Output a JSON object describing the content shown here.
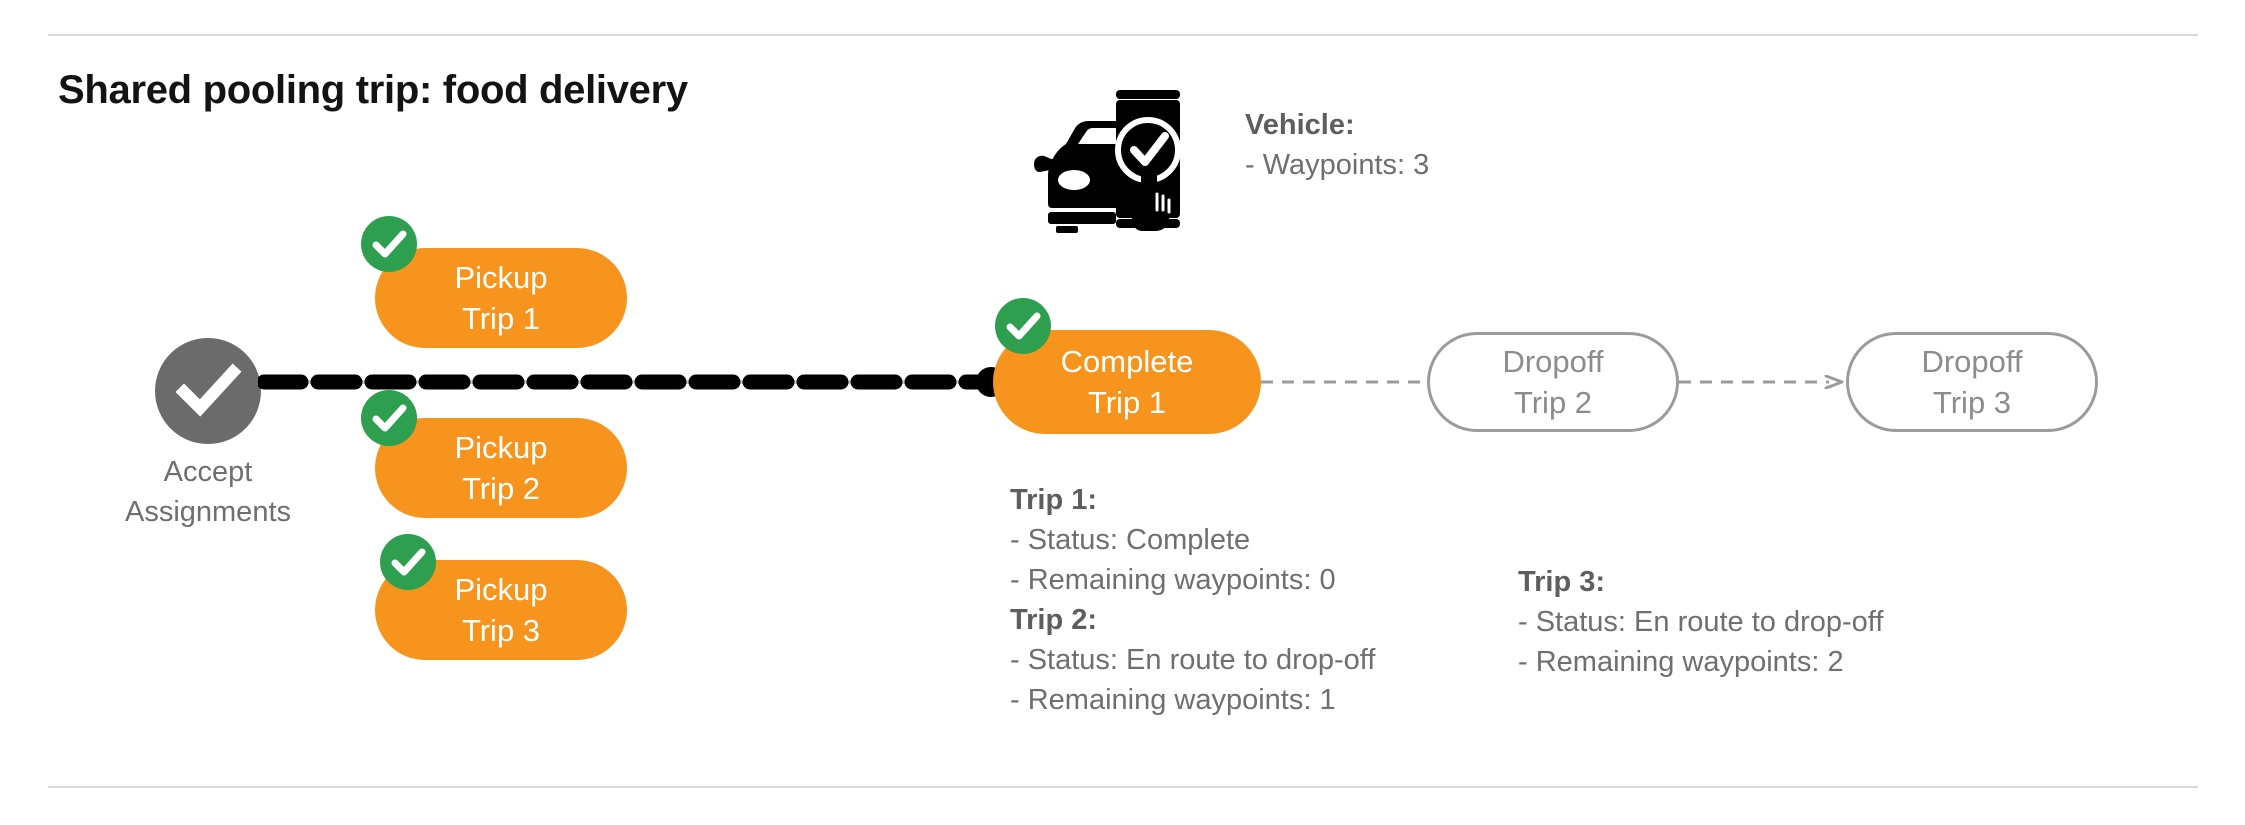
{
  "page": {
    "title": "Shared pooling trip: food delivery",
    "accent_orange": "#F7941E",
    "accent_green": "#2E9E4F",
    "neutral_gray": "#6F6F6F",
    "outline_gray": "#9B9B9B",
    "background": "#FFFFFF"
  },
  "flow": {
    "start": {
      "icon": "check-circle-icon",
      "label_line1": "Accept",
      "label_line2": "Assignments"
    },
    "pickups": [
      {
        "line1": "Pickup",
        "line2": "Trip 1",
        "badge": "check-badge-icon",
        "state": "complete"
      },
      {
        "line1": "Pickup",
        "line2": "Trip 2",
        "badge": "check-badge-icon",
        "state": "complete"
      },
      {
        "line1": "Pickup",
        "line2": "Trip 3",
        "badge": "check-badge-icon",
        "state": "complete"
      }
    ],
    "complete_node": {
      "line1": "Complete",
      "line2": "Trip 1",
      "badge": "check-badge-icon",
      "state": "complete"
    },
    "dropoffs": [
      {
        "line1": "Dropoff",
        "line2": "Trip 2",
        "state": "pending"
      },
      {
        "line1": "Dropoff",
        "line2": "Trip 3",
        "state": "pending"
      }
    ]
  },
  "vehicle": {
    "icon": "car-phone-check-icon",
    "heading": "Vehicle:",
    "waypoints_line": "- Waypoints: 3",
    "waypoints": 3
  },
  "trip_details": [
    {
      "heading": "Trip 1:",
      "status_line": "- Status:  Complete",
      "waypoints_line": "- Remaining waypoints: 0",
      "status": "Complete",
      "remaining_waypoints": 0
    },
    {
      "heading": "Trip 2:",
      "status_line": "- Status:  En route to drop-off",
      "waypoints_line": "- Remaining waypoints: 1",
      "status": "En route to drop-off",
      "remaining_waypoints": 1
    },
    {
      "heading": "Trip 3:",
      "status_line": "- Status:  En route to drop-off",
      "waypoints_line": "- Remaining waypoints: 2",
      "status": "En route to drop-off",
      "remaining_waypoints": 2
    }
  ]
}
